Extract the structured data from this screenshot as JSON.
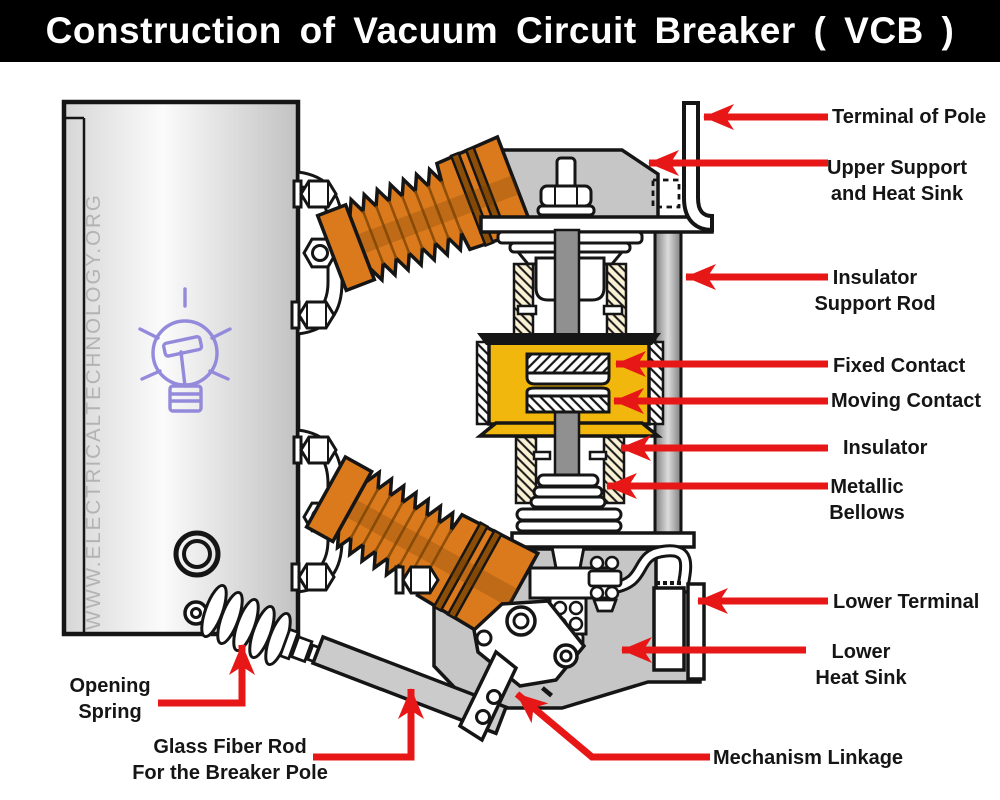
{
  "title": "Construction of Vacuum Circuit Breaker ( VCB )",
  "watermark": "WWW.ELECTRICALTECHNOLOGY.ORG",
  "diagram_subject": "Labeled cutaway illustration of a vacuum circuit breaker pole",
  "labels": {
    "terminal_of_pole": {
      "line1": "Terminal of Pole"
    },
    "upper_support": {
      "line1": "Upper Support",
      "line2": "and Heat Sink"
    },
    "insulator_support_rod": {
      "line1": "Insulator",
      "line2": "Support Rod"
    },
    "fixed_contact": {
      "line1": "Fixed Contact"
    },
    "moving_contact": {
      "line1": "Moving Contact"
    },
    "insulator": {
      "line1": "Insulator"
    },
    "metallic_bellows": {
      "line1": "Metallic",
      "line2": "Bellows"
    },
    "lower_terminal": {
      "line1": "Lower Terminal"
    },
    "lower_heat_sink": {
      "line1": "Lower",
      "line2": "Heat Sink"
    },
    "opening_spring": {
      "line1": "Opening",
      "line2": "Spring"
    },
    "glass_fiber_rod": {
      "line1": "Glass Fiber Rod",
      "line2": "For the Breaker Pole"
    },
    "mechanism_linkage": {
      "line1": "Mechanism Linkage"
    }
  },
  "icons": {
    "lightbulb_icon": "idea-lightbulb-watermark"
  },
  "colors": {
    "title_bar_bg": "#000000",
    "title_text": "#FFFFFF",
    "arrow_red": "#E81717",
    "insulator_orange": "#DB7A1C",
    "insulator_orange_dark": "#8C4D07",
    "contact_chamber_yellow": "#F2B70D",
    "heat_sink_gray": "#C6C6C6",
    "rod_gray": "#909090",
    "interrupter_wall_cream": "#FBF2D6",
    "watermark_gray": "#B3B3B3",
    "bulb_purple": "#938ADB",
    "outline_black": "#151515"
  }
}
